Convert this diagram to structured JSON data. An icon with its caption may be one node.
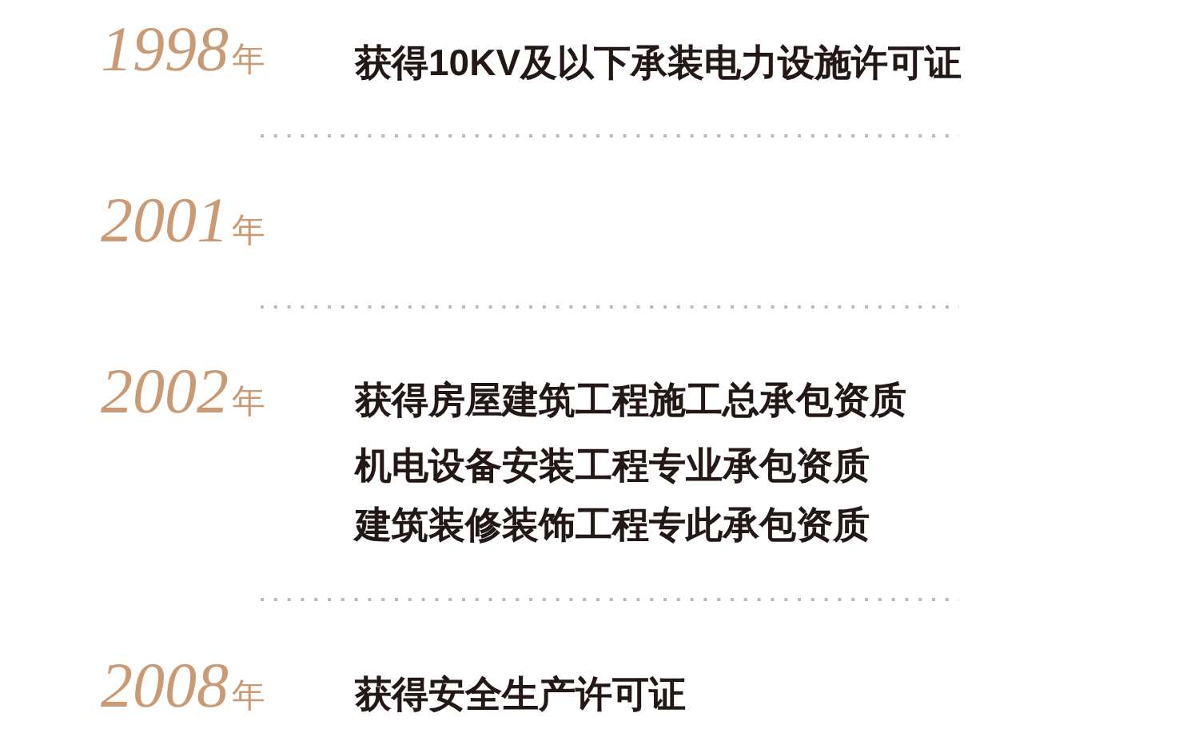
{
  "diagram": {
    "labels": [
      "1998年",
      "获得10KV及以下承装电力设施许可证",
      "2001年",
      "2002年",
      "获得房屋建筑工程施工总承包资质",
      "机电设备安装工程专业承包资质",
      "建筑装修装饰工程专此承包资质",
      "2008年",
      "获得安全生产许可证"
    ]
  }
}
